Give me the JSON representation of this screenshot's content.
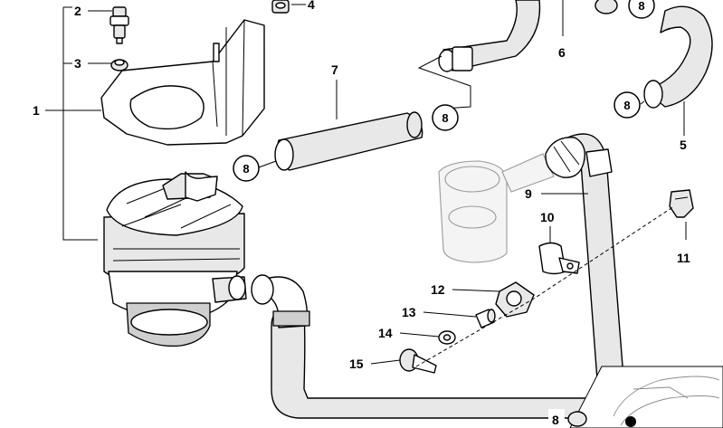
{
  "labels": {
    "p1": "1",
    "p2": "2",
    "p3": "3",
    "p4": "4",
    "p5": "5",
    "p6": "6",
    "p7": "7",
    "p9": "9",
    "p10": "10",
    "p11": "11",
    "p12": "12",
    "p13": "13",
    "p14": "14",
    "p15": "15"
  },
  "callouts": {
    "c8a": "8",
    "c8b": "8",
    "c8c": "8",
    "c8d": "8",
    "c8e": "8"
  }
}
